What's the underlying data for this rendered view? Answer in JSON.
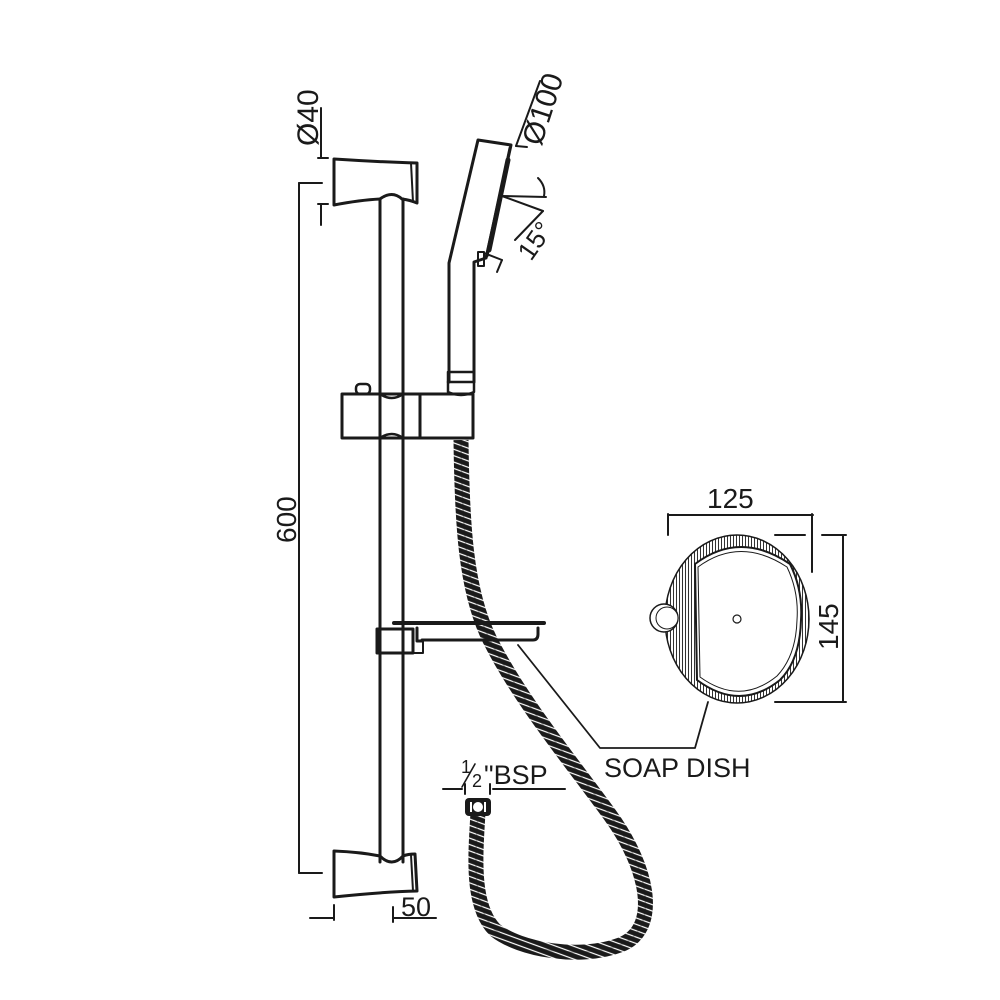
{
  "diagram": {
    "subject": "Shower rail kit with hand shower, flexible hose and soap dish",
    "colors": {
      "line": "#1a1a1a",
      "background": "#ffffff"
    },
    "dimensions": {
      "bracket_diameter": "Ø40",
      "hand_shower_diameter": "Ø100",
      "tilt_angle": "15°",
      "rail_length": "600",
      "bracket_projection": "50",
      "soap_dish_width": "125",
      "soap_dish_depth": "145",
      "hose_connector_fraction_num": "1",
      "hose_connector_fraction_den": "2",
      "hose_connector_suffix": "\"BSP"
    },
    "callouts": {
      "soap_dish": "SOAP DISH"
    }
  }
}
